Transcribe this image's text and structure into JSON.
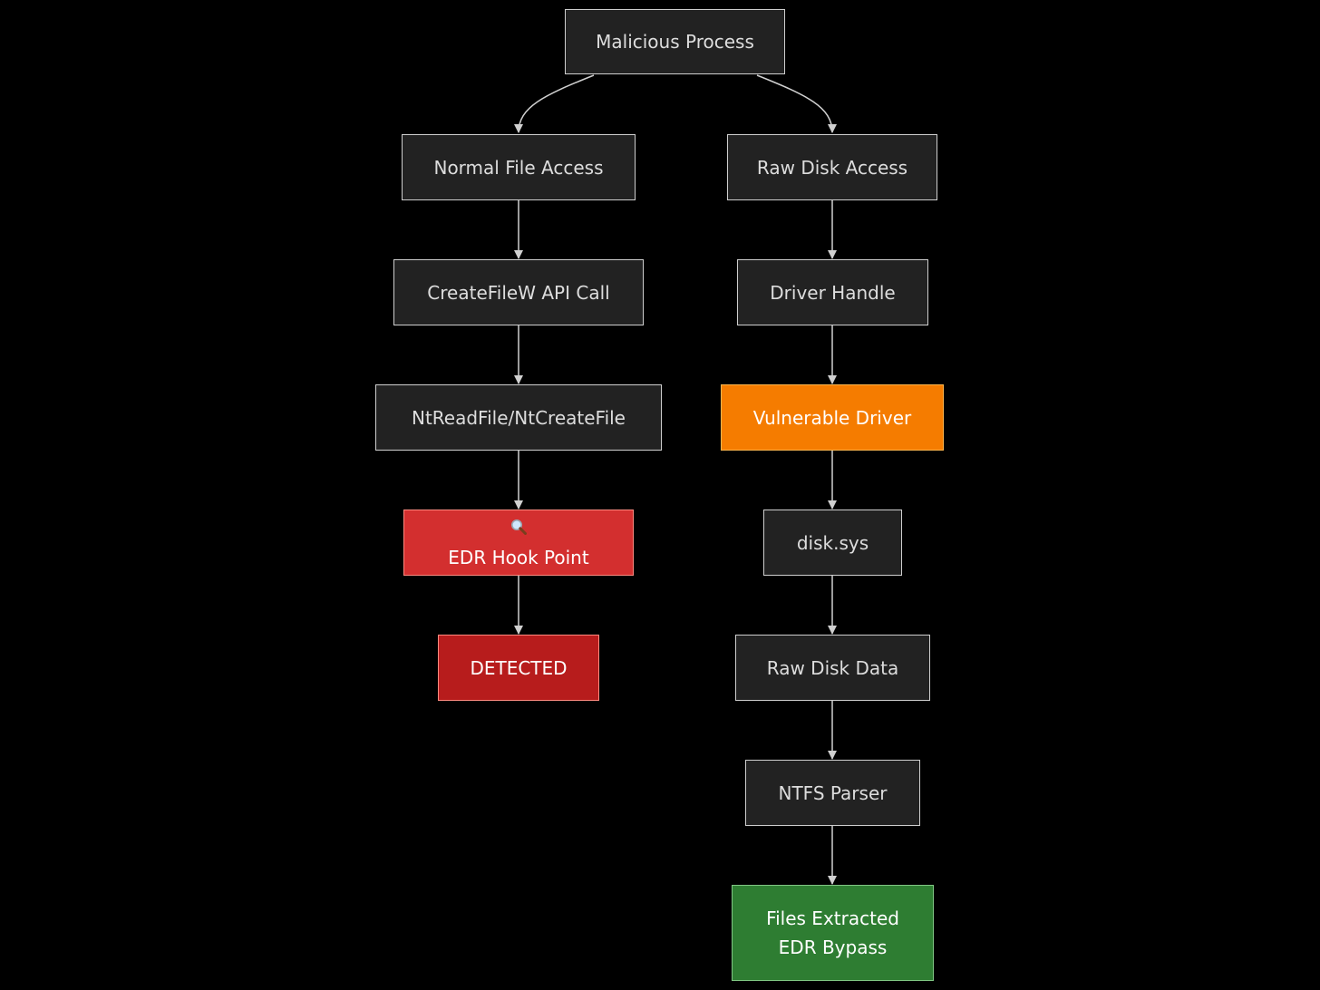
{
  "nodes": {
    "malicious_process": "Malicious Process",
    "normal_file_access": "Normal File Access",
    "raw_disk_access": "Raw Disk Access",
    "createfilew": "CreateFileW API Call",
    "driver_handle": "Driver Handle",
    "ntreadfile": "NtReadFile/NtCreateFile",
    "vulnerable_driver": "Vulnerable Driver",
    "edr_hook_point": "EDR Hook Point",
    "disk_sys": "disk.sys",
    "detected": "DETECTED",
    "raw_disk_data": "Raw Disk Data",
    "ntfs_parser": "NTFS Parser",
    "files_extracted_line1": "Files Extracted",
    "files_extracted_line2": "EDR Bypass"
  },
  "icons": {
    "edr_hook_point_icon": "magnifying-glass-icon"
  },
  "colors": {
    "background": "#000000",
    "node_default": "#222222",
    "edr_hook": "#d32f2f",
    "detected": "#b71c1c",
    "vulnerable": "#f57c00",
    "success": "#2e7d32"
  }
}
